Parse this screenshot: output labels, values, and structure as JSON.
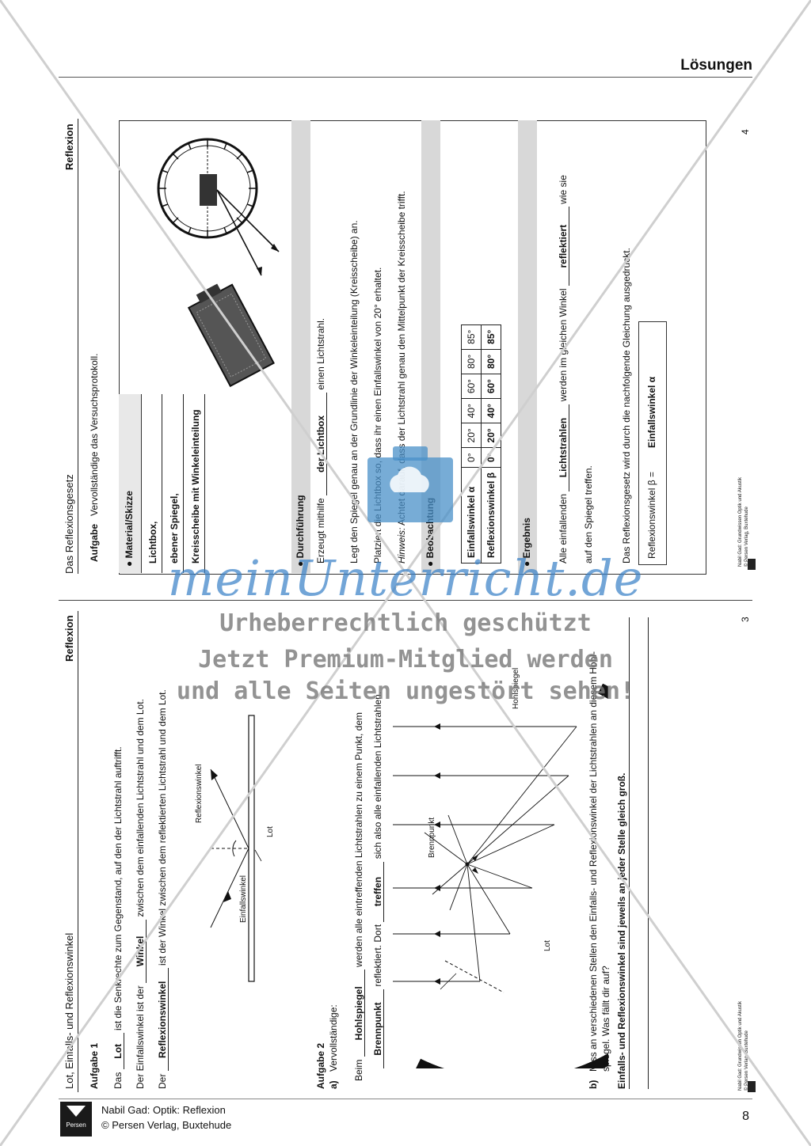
{
  "header": {
    "title": "Lösungen"
  },
  "footer": {
    "logo_text": "Persen",
    "line1": "Nabil Gad: Optik: Reflexion",
    "line2": "© Persen Verlag, Buxtehude",
    "page_number": "8"
  },
  "left_page": {
    "header_left": "Lot, Einfalls- und Reflexionswinkel",
    "header_right": "Reflexion",
    "page_number": "3",
    "credit1": "Nabil Gad: Grundwissen Optik und Akustik",
    "credit2": "© Persen Verlag, Buxtehude",
    "aufgabe1": {
      "title": "Aufgabe 1",
      "line1_pre": "Das",
      "line1_fill": "Lot",
      "line1_post": "ist die Senkrechte zum Gegenstand, auf den der Lichtstrahl auftrifft.",
      "line2_pre": "Der Einfallswinkel ist der",
      "line2_fill": "Winkel",
      "line2_post": "zwischen dem einfallenden Lichtstrahl und dem Lot.",
      "line3_pre": "Der",
      "line3_fill": "Reflexionswinkel",
      "line3_post": "ist der Winkel zwischen dem reflektierten Lichtstrahl und dem Lot.",
      "diagram_labels": {
        "reflexion": "Reflexionswinkel",
        "lot": "Lot",
        "einfall": "Einfallswinkel"
      }
    },
    "aufgabe2": {
      "title": "Aufgabe 2",
      "a_label": "a)",
      "a_text": "Vervollständige:",
      "s1_pre": "Beim",
      "s1_fill": "Hohlspiegel",
      "s1_post": "werden alle eintreffenden Lichtstrahlen zu einem Punkt, dem",
      "s2_fill": "Brennpunkt",
      "s2_mid": "reflektiert. Dort",
      "s2_fill2": "treffen",
      "s2_post": "sich also alle einfallenden Lichtstrahlen.",
      "diagram_labels": {
        "hohlspiegel": "Hohlspiegel",
        "brennpunkt": "Brennpunkt",
        "lot": "Lot"
      },
      "b_label": "b)",
      "b_text1": "Miss an verschiedenen Stellen den Einfalls- und Reflexionswinkel der Lichtstrahlen an diesem Hohl-",
      "b_text2": "spiegel. Was fällt dir auf?",
      "b_answer": "Einfalls- und Reflexionswinkel sind jeweils an jeder Stelle gleich groß."
    }
  },
  "right_page": {
    "header_left": "Das Reflexionsgesetz",
    "header_right": "Reflexion",
    "page_number": "4",
    "credit1": "Nabil Gad: Grundwissen Optik und Akustik",
    "credit2": "© Persen Verlag, Buxtehude",
    "aufgabe_label": "Aufgabe",
    "aufgabe_text": "Vervollständige das Versuchsprotokoll.",
    "material": {
      "heading": "Material/Skizze",
      "items": [
        "Lichtbox,",
        "ebener Spiegel,",
        "Kreisscheibe mit Winkeleinteilung"
      ]
    },
    "durchfuehrung": {
      "heading": "Durchführung",
      "l1_pre": "Erzeugt mithilfe",
      "l1_fill": "der Lichtbox",
      "l1_post": "einen Lichtstrahl.",
      "l2": "Legt den Spiegel genau an der Grundlinie der Winkeleinteilung (Kreisscheibe) an.",
      "l3": "Platziert die Lichtbox so, dass ihr einen Einfallswinkel von 20° erhaltet.",
      "l4_em": "Hinweis:",
      "l4": "Achtet darauf, dass der Lichtstrahl genau den Mittelpunkt der Kreisscheibe trifft."
    },
    "beobachtung": {
      "heading": "Beobachtung",
      "row1_label": "Einfallswinkel α",
      "row1": [
        "0°",
        "20°",
        "40°",
        "60°",
        "80°",
        "85°"
      ],
      "row2_label": "Reflexionswinkel β",
      "row2": [
        "0°",
        "20°",
        "40°",
        "60°",
        "80°",
        "85°"
      ]
    },
    "ergebnis": {
      "heading": "Ergebnis",
      "l1_pre": "Alle einfallenden",
      "l1_fill": "Lichtstrahlen",
      "l1_mid": "werden im gleichen Winkel",
      "l1_fill2": "reflektiert",
      "l1_post": "wie sie",
      "l2": "auf den Spiegel treffen.",
      "l3": "Das Reflexionsgesetz wird durch die nachfolgende Gleichung ausgedrückt.",
      "eq_left": "Reflexionswinkel β =",
      "eq_right": "Einfallswinkel α"
    }
  },
  "watermark": {
    "brand": "meinUnterricht.de",
    "line1": "Urheberrechtlich geschützt",
    "line2": "Jetzt Premium-Mitglied werden",
    "line3": "und alle Seiten ungestört sehen!"
  }
}
